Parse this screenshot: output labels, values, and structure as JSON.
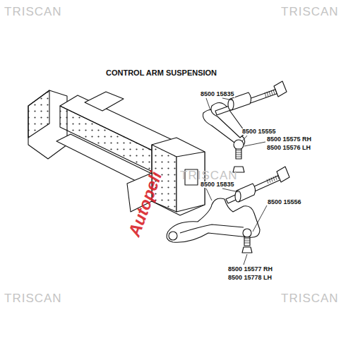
{
  "diagram": {
    "title": "CONTROL ARM SUSPENSION",
    "labels": [
      "TRISCAN",
      "TRISCAN",
      "TRISCAN",
      "TRISCAN",
      "TRISCAN",
      "Autopeli",
      "8500 15835",
      "8500 15555",
      "8500 15575 RH",
      "8500 15576 LH",
      "8500 15835",
      "8500 15556",
      "8500 15577 RH",
      "8500 15778 LH"
    ]
  }
}
